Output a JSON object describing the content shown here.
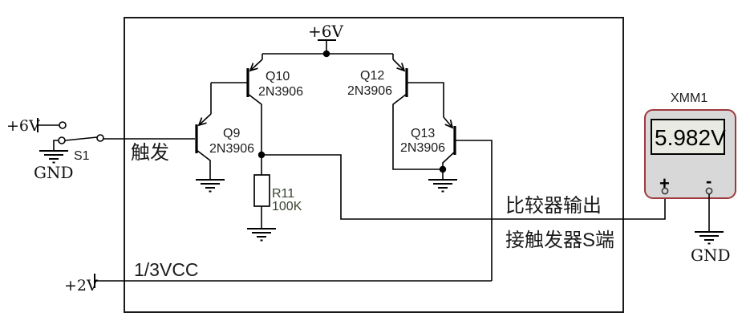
{
  "schematic": {
    "power_6v_top": "+6V",
    "power_6v_left": "+6V",
    "power_2v": "+2V",
    "switch_gnd_label": "GND",
    "switch_ref": "S1",
    "trigger_label": "触发",
    "one_third_vcc_label": "1/3VCC",
    "comparator_output_label": "比较器输出",
    "to_trigger_s_label": "接触发器S端",
    "transistors": [
      {
        "ref": "Q9",
        "part": "2N3906"
      },
      {
        "ref": "Q10",
        "part": "2N3906"
      },
      {
        "ref": "Q12",
        "part": "2N3906"
      },
      {
        "ref": "Q13",
        "part": "2N3906"
      }
    ],
    "resistor": {
      "ref": "R11",
      "value": "100K"
    }
  },
  "multimeter": {
    "ref": "XMM1",
    "reading": "5.982V",
    "plus_label": "+",
    "minus_label": "-",
    "gnd_label": "GND"
  },
  "colors": {
    "wire": "#000000",
    "meter_border": "#9e3a3e",
    "meter_body": "#d8d8d8",
    "meter_display_bg": "#e9ebe2",
    "resistor_label": "#37422f",
    "background": "#ffffff"
  }
}
